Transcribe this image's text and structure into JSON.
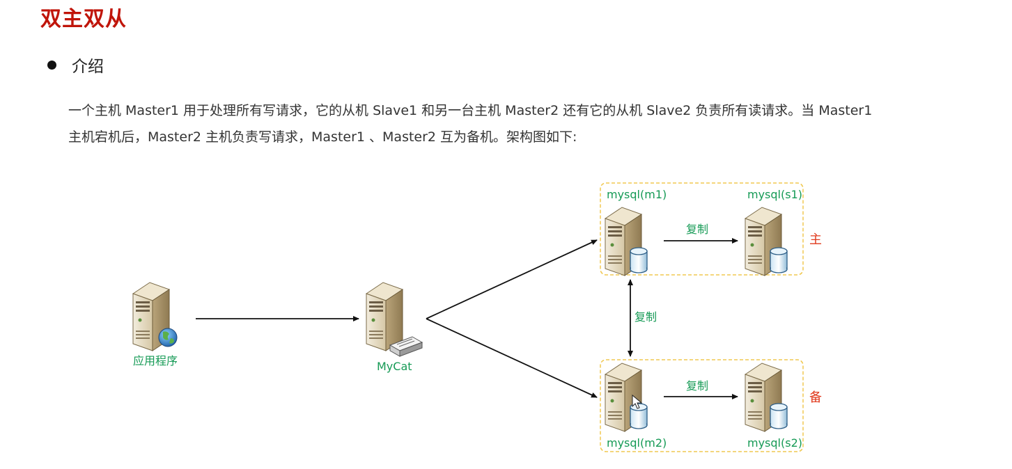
{
  "page": {
    "title": "双主双从",
    "bullet": "介绍",
    "paragraph_line1": "一个主机 Master1 用于处理所有写请求，它的从机 Slave1 和另一台主机 Master2 还有它的从机 Slave2 负责所有读请求。当 Master1",
    "paragraph_line2": "主机宕机后，Master2 主机负责写请求，Master1 、Master2 互为备机。架构图如下:"
  },
  "diagram": {
    "app_label": "应用程序",
    "mycat_label": "MyCat",
    "m1_label": "mysql(m1)",
    "s1_label": "mysql(s1)",
    "m2_label": "mysql(m2)",
    "s2_label": "mysql(s2)",
    "replicate_top": "复制",
    "replicate_middle": "复制",
    "replicate_bottom": "复制",
    "primary_label": "主",
    "backup_label": "备"
  },
  "colors": {
    "title": "#c0150a",
    "label_green": "#159a55",
    "label_red": "#e03a1e",
    "group_border": "#f0c850"
  },
  "icons": {
    "server": "server-icon",
    "database": "database-icon",
    "globe": "globe-icon",
    "router": "router-icon"
  }
}
